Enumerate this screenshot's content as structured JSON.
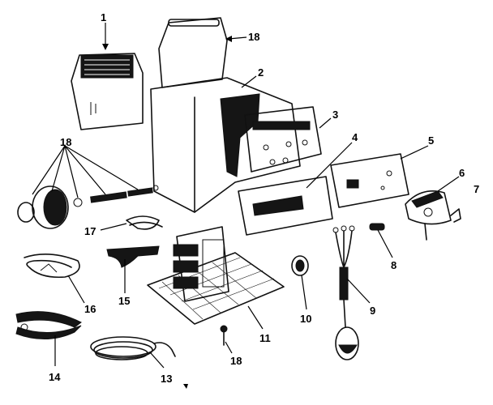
{
  "diagram": {
    "callouts": [
      {
        "id": "c1",
        "text": "1"
      },
      {
        "id": "c18a",
        "text": "18"
      },
      {
        "id": "c2",
        "text": "2"
      },
      {
        "id": "c3",
        "text": "3"
      },
      {
        "id": "c18b",
        "text": "18"
      },
      {
        "id": "c4",
        "text": "4"
      },
      {
        "id": "c5",
        "text": "5"
      },
      {
        "id": "c6",
        "text": "6"
      },
      {
        "id": "c7",
        "text": "7"
      },
      {
        "id": "c17",
        "text": "17"
      },
      {
        "id": "c8",
        "text": "8"
      },
      {
        "id": "c16",
        "text": "16"
      },
      {
        "id": "c15",
        "text": "15"
      },
      {
        "id": "c10",
        "text": "10"
      },
      {
        "id": "c9",
        "text": "9"
      },
      {
        "id": "c11",
        "text": "11"
      },
      {
        "id": "c14",
        "text": "14"
      },
      {
        "id": "c13",
        "text": "13"
      },
      {
        "id": "c18c",
        "text": "18"
      }
    ]
  }
}
